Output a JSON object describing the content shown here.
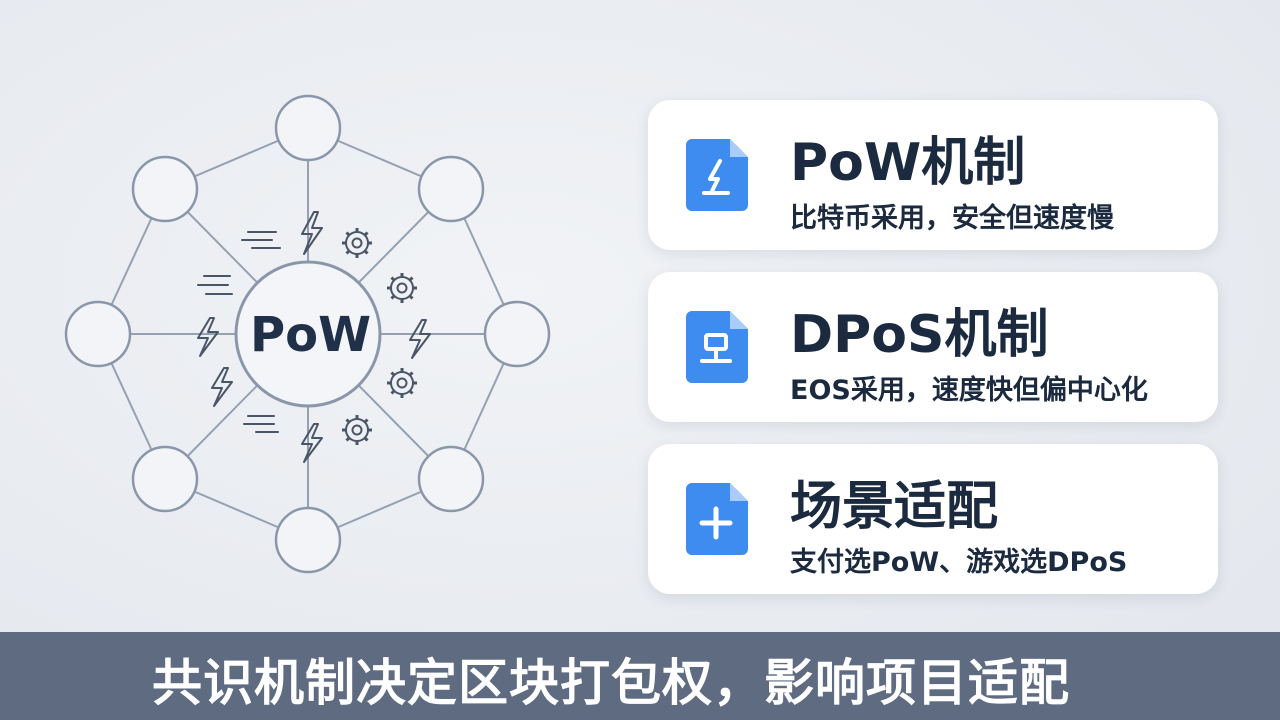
{
  "diagram": {
    "center_label": "PoW"
  },
  "cards": [
    {
      "title": "PoW机制",
      "subtitle": "比特币采用，安全但速度慢",
      "icon": "lightning-document-icon",
      "accent": "#3f8cf0"
    },
    {
      "title": "DPoS机制",
      "subtitle": "EOS采用，速度快但偏中心化",
      "icon": "stamp-document-icon",
      "accent": "#3f8cf0"
    },
    {
      "title": "场景适配",
      "subtitle": "支付选PoW、游戏选DPoS",
      "icon": "plus-document-icon",
      "accent": "#3f8cf0"
    }
  ],
  "caption": {
    "text": "共识机制决定区块打包权，影响项目适配"
  },
  "colors": {
    "bar": "#5e6b81",
    "node_stroke": "#8a97aa",
    "text_dark": "#1b2a3e"
  }
}
